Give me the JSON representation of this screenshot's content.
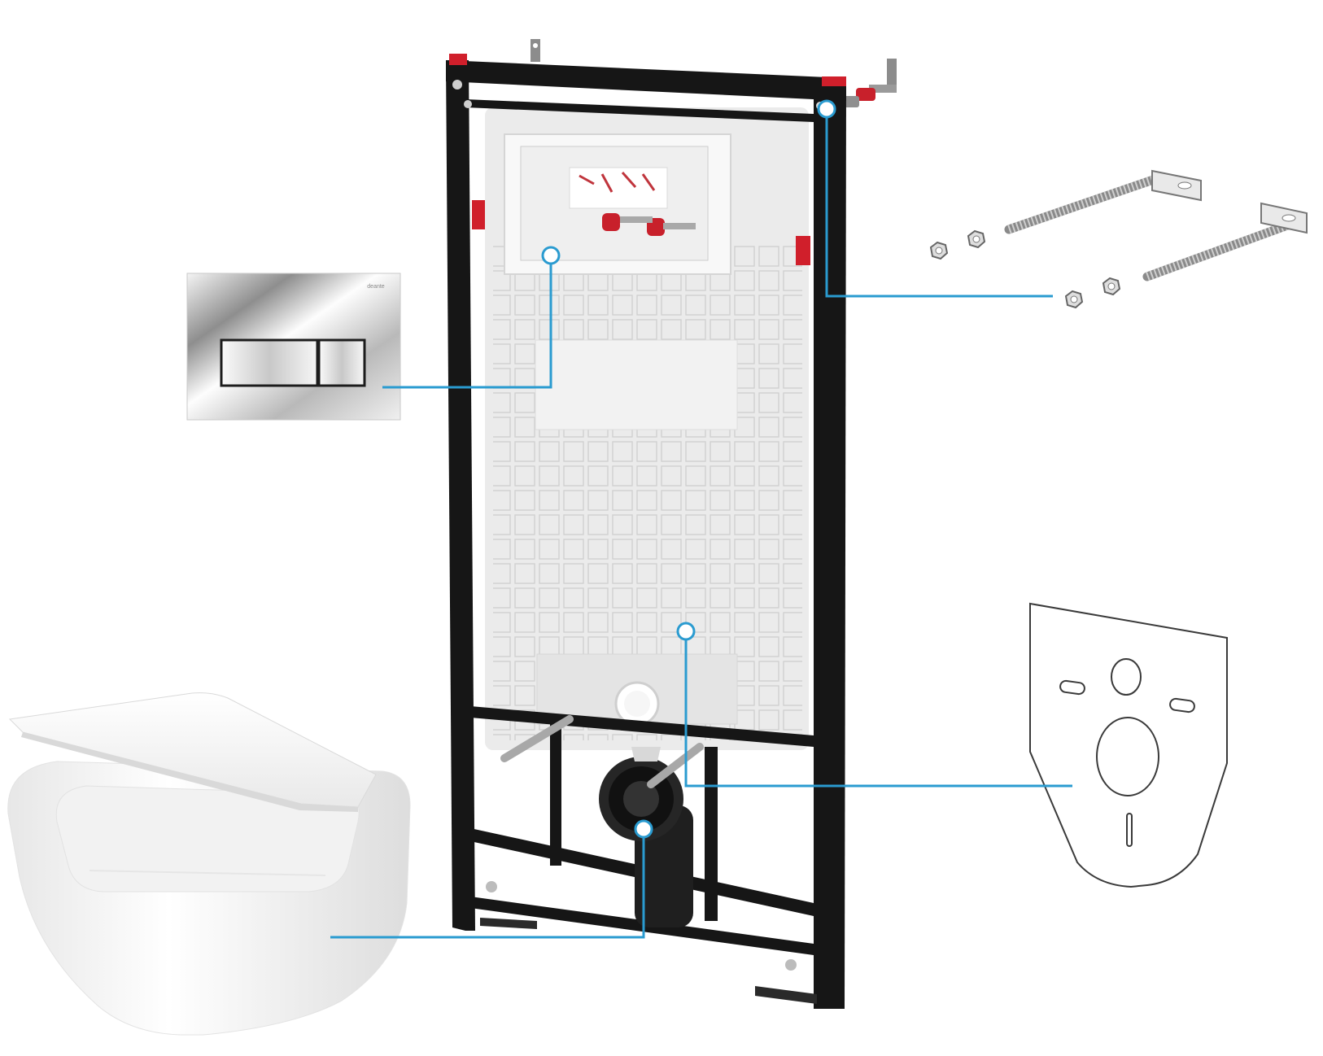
{
  "diagram": {
    "accent_color": "#2a9bd0",
    "frame_color": "#161616",
    "tank_color": "#ebebeb",
    "plug_color": "#d01f2b"
  },
  "flush_plate": {
    "brand_text": "deante"
  },
  "components": [
    {
      "id": "flush-plate",
      "icon": "flush-plate-icon"
    },
    {
      "id": "mounting-kit",
      "icon": "mounting-bolts-icon"
    },
    {
      "id": "soundproofing-pad",
      "icon": "sound-pad-icon"
    },
    {
      "id": "toilet-bowl",
      "icon": "toilet-bowl-icon"
    },
    {
      "id": "installation-frame",
      "icon": "frame-icon"
    }
  ]
}
